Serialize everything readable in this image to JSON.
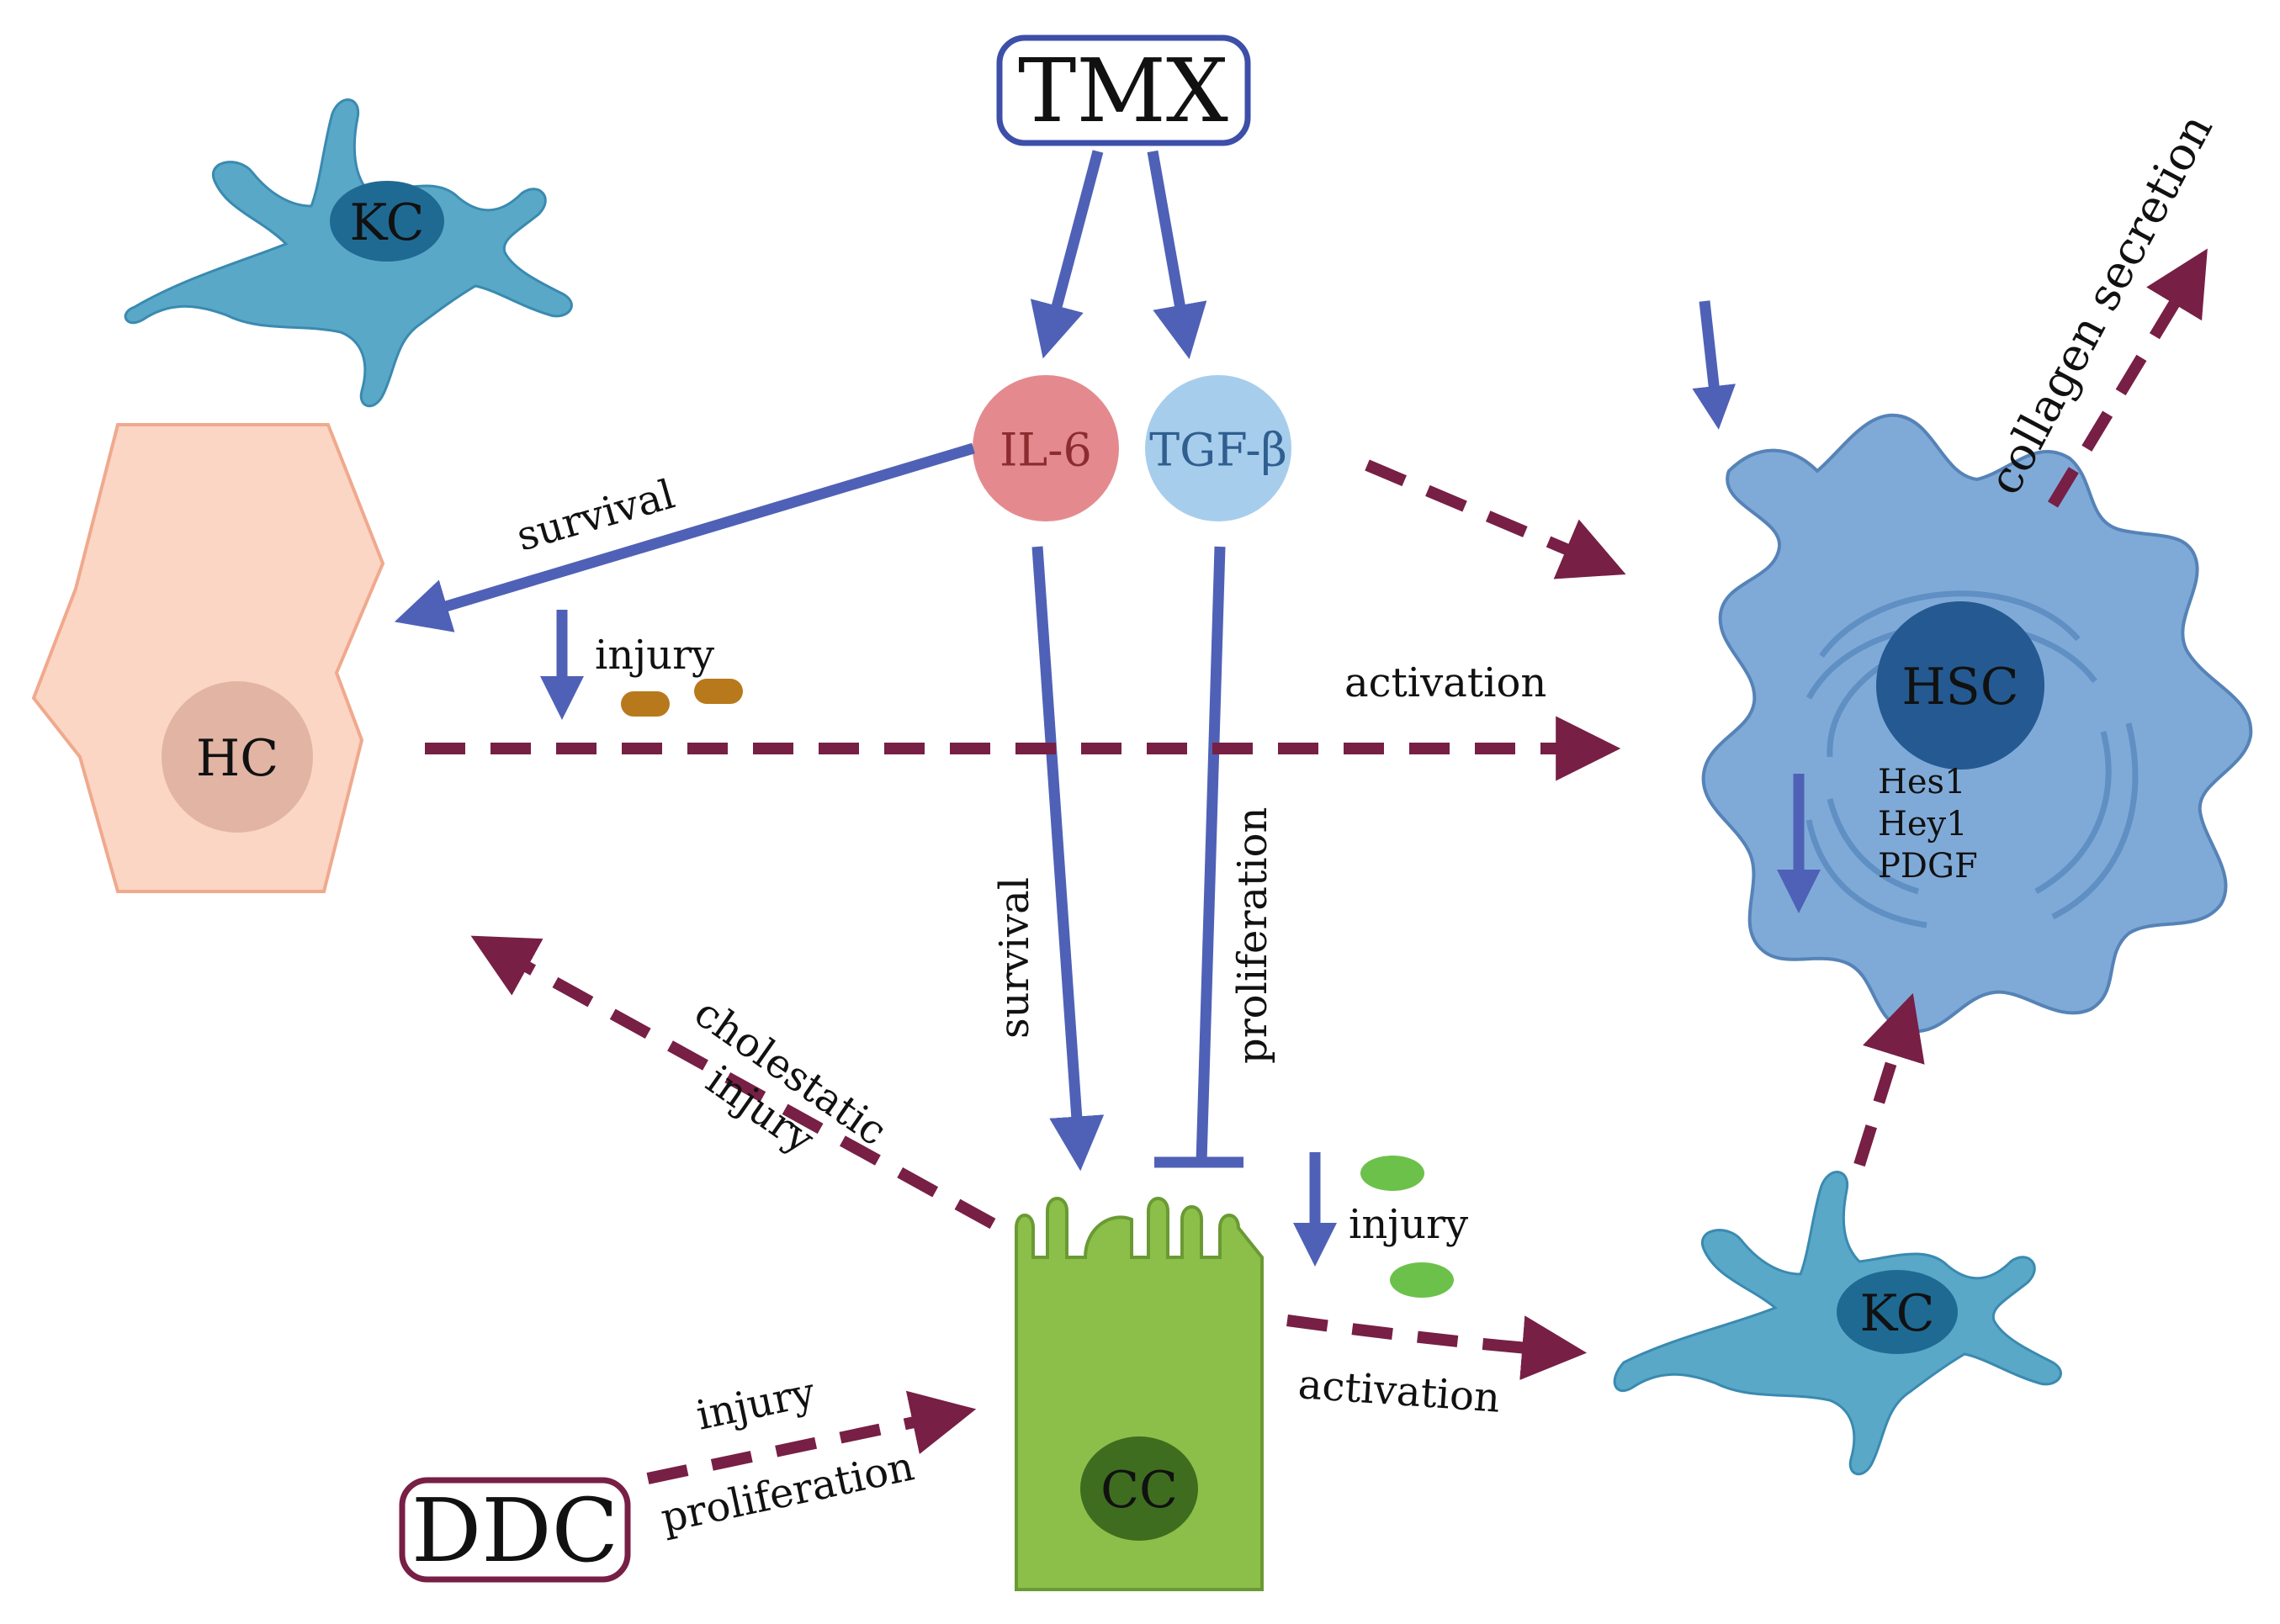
{
  "nodes": {
    "tmx": "TMX",
    "ddc": "DDC",
    "il6": "IL-6",
    "tgfb": "TGF-β",
    "kc_top": "KC",
    "kc_bottom": "KC",
    "hc": "HC",
    "hsc": "HSC",
    "cc": "CC"
  },
  "labels": {
    "survival_hc": "survival",
    "injury_hc": "injury",
    "activation_hc_hsc": "activation",
    "survival_cc": "survival",
    "proliferation_cc": "proliferation",
    "cholestatic": "cholestatic",
    "cholestatic_injury": "injury",
    "injury_cc": "injury",
    "activation_cc_kc": "activation",
    "ddc_injury": "injury",
    "ddc_proliferation": "proliferation",
    "collagen": "collagen secretion",
    "hes1": "Hes1",
    "hey1": "Hey1",
    "pdgf": "PDGF"
  },
  "colors": {
    "blue_arrow": "#4f61b6",
    "maroon_arrow": "#771f45",
    "il6_fill": "#e48a8e",
    "tgfb_fill": "#a7cdec",
    "kc_fill": "#5aa8c8",
    "kc_nucleus": "#1f6a93",
    "hc_fill": "#fbd6c5",
    "hc_nucleus": "#e2b4a4",
    "hsc_fill": "#7faad8",
    "hsc_nucleus": "#245a91",
    "cc_fill": "#8cbf4a",
    "cc_nucleus": "#3f6d1f",
    "granule_brown": "#b8791c",
    "granule_green": "#6bc14a"
  }
}
